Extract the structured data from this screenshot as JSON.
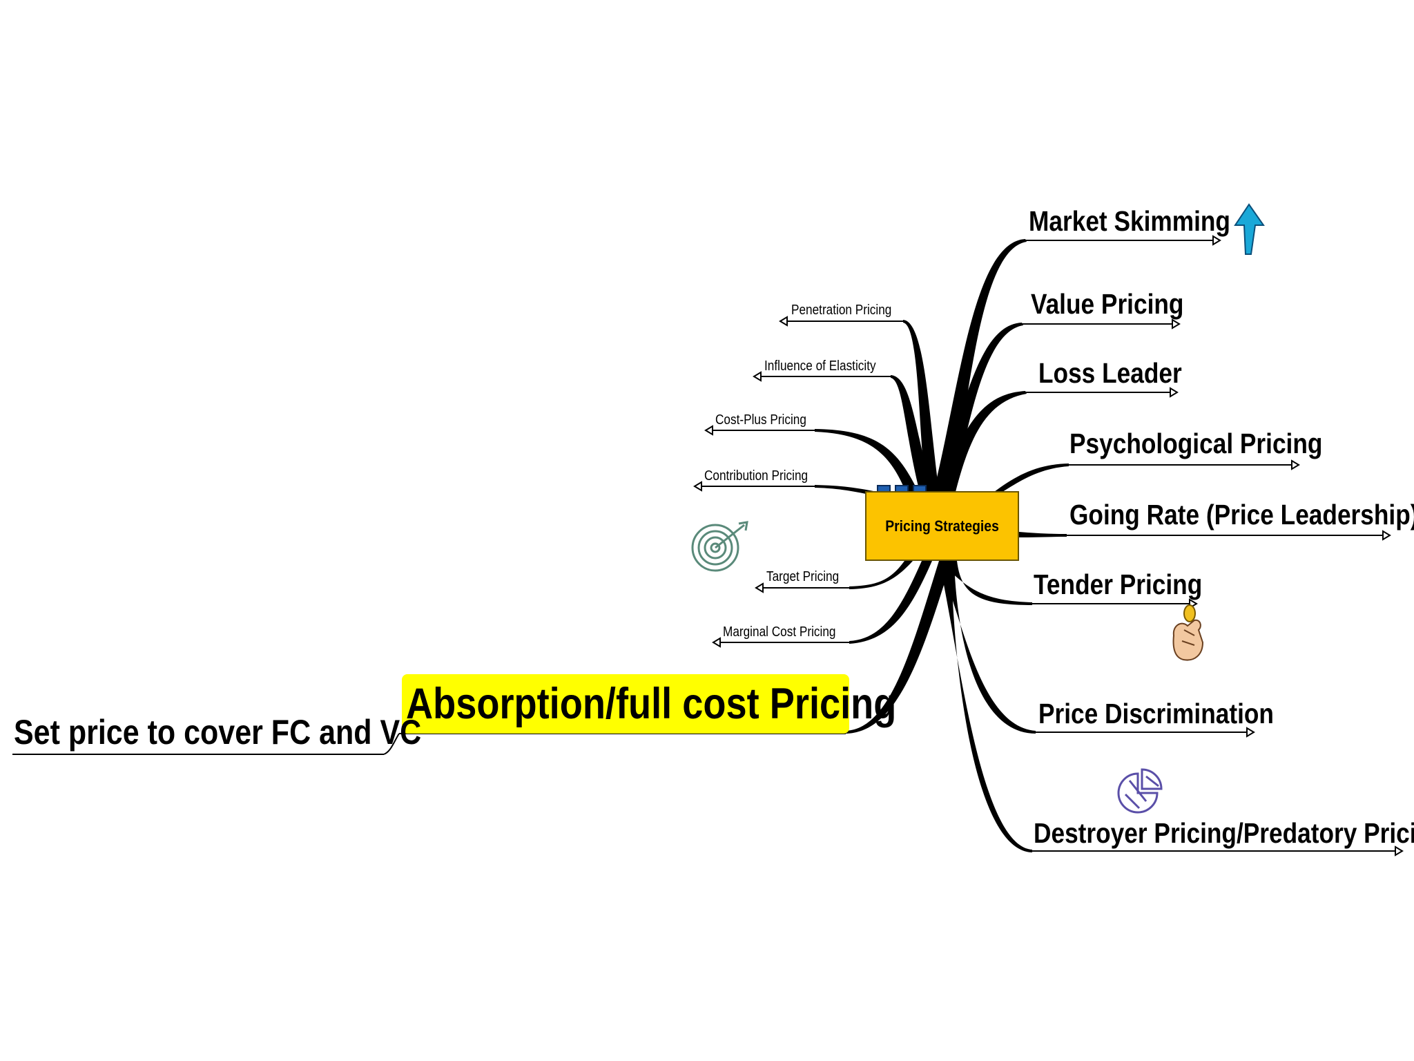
{
  "central": {
    "label": "Pricing Strategies",
    "color": "#fcc300"
  },
  "right_branches": [
    "Market Skimming",
    "Value Pricing",
    "Loss Leader",
    "Psychological Pricing",
    "Going Rate (Price Leadership)",
    "Tender Pricing",
    "Price Discrimination",
    "Destroyer Pricing/Predatory Pricing"
  ],
  "left_branches": [
    "Penetration Pricing",
    "Influence of Elasticity",
    "Cost-Plus Pricing",
    "Contribution Pricing",
    "Target Pricing",
    "Marginal Cost Pricing"
  ],
  "absorption": {
    "label": "Absorption/full cost Pricing",
    "highlight_color": "#ffff00",
    "child": "Set price to cover FC and VC"
  },
  "icons": [
    "up-arrow-icon",
    "target-icon",
    "hand-coin-icon",
    "pie-chart-icon"
  ],
  "colors": {
    "arrow_icon": "#1aa8d8",
    "target_icon": "#5a8a7a",
    "pie_icon": "#5a4fa8",
    "line": "#000000"
  }
}
